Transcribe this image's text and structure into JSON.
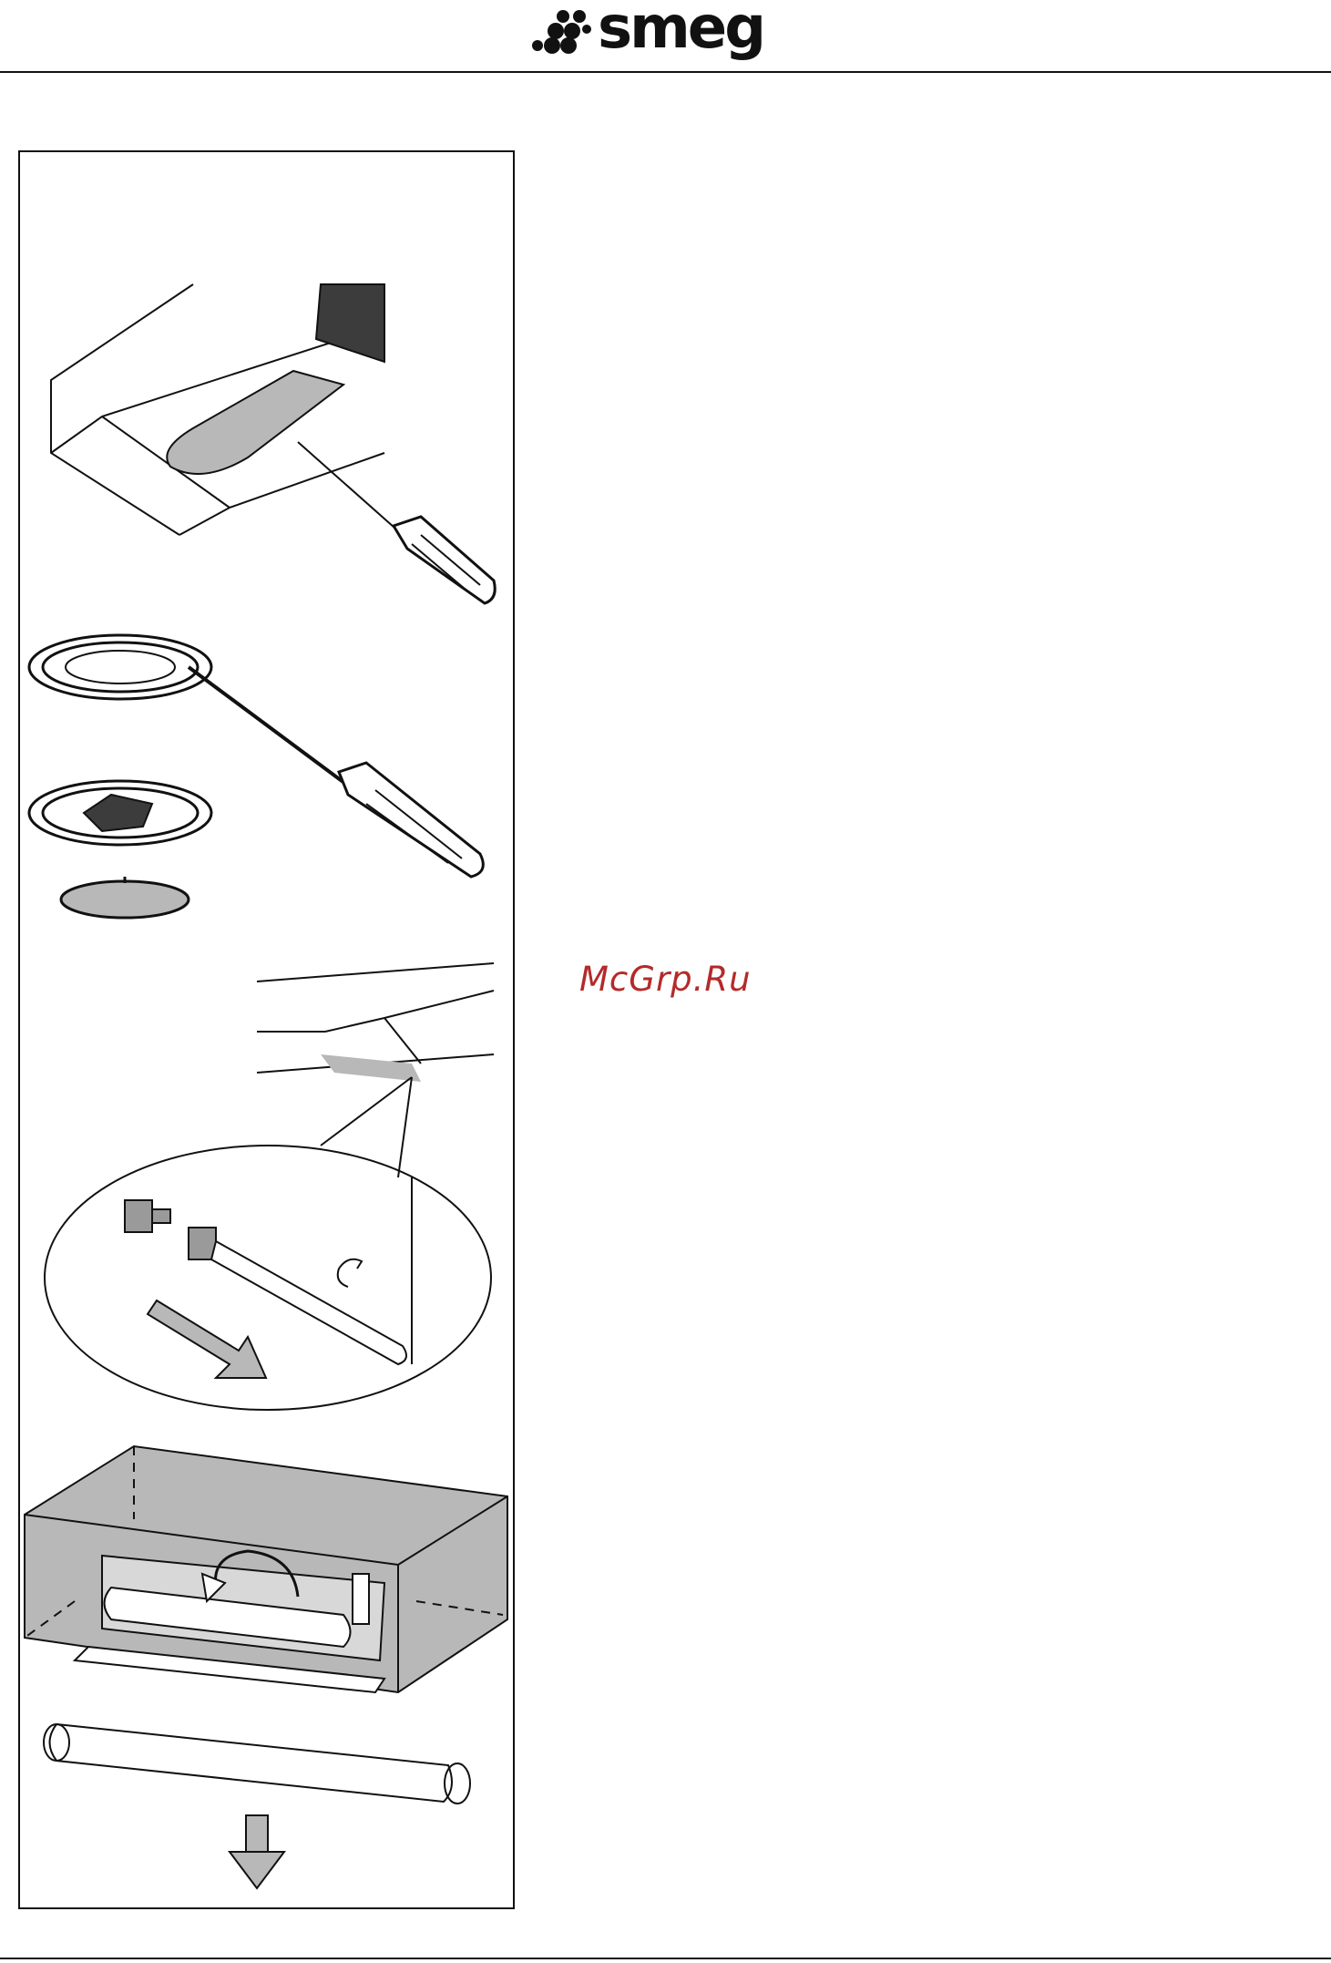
{
  "header": {
    "logo_text": "smeg"
  },
  "figure": {
    "steps": [
      "remove-light-cover",
      "unscrew-lamp-ring",
      "pull-out-plug-in-lamp",
      "rotate-and-remove-tube"
    ]
  },
  "watermark": {
    "text": "McGrp.Ru",
    "color": "#b42a2a"
  },
  "colors": {
    "line": "#111111",
    "fill_gray": "#b8b8b8",
    "fill_dark": "#3c3c3c"
  }
}
